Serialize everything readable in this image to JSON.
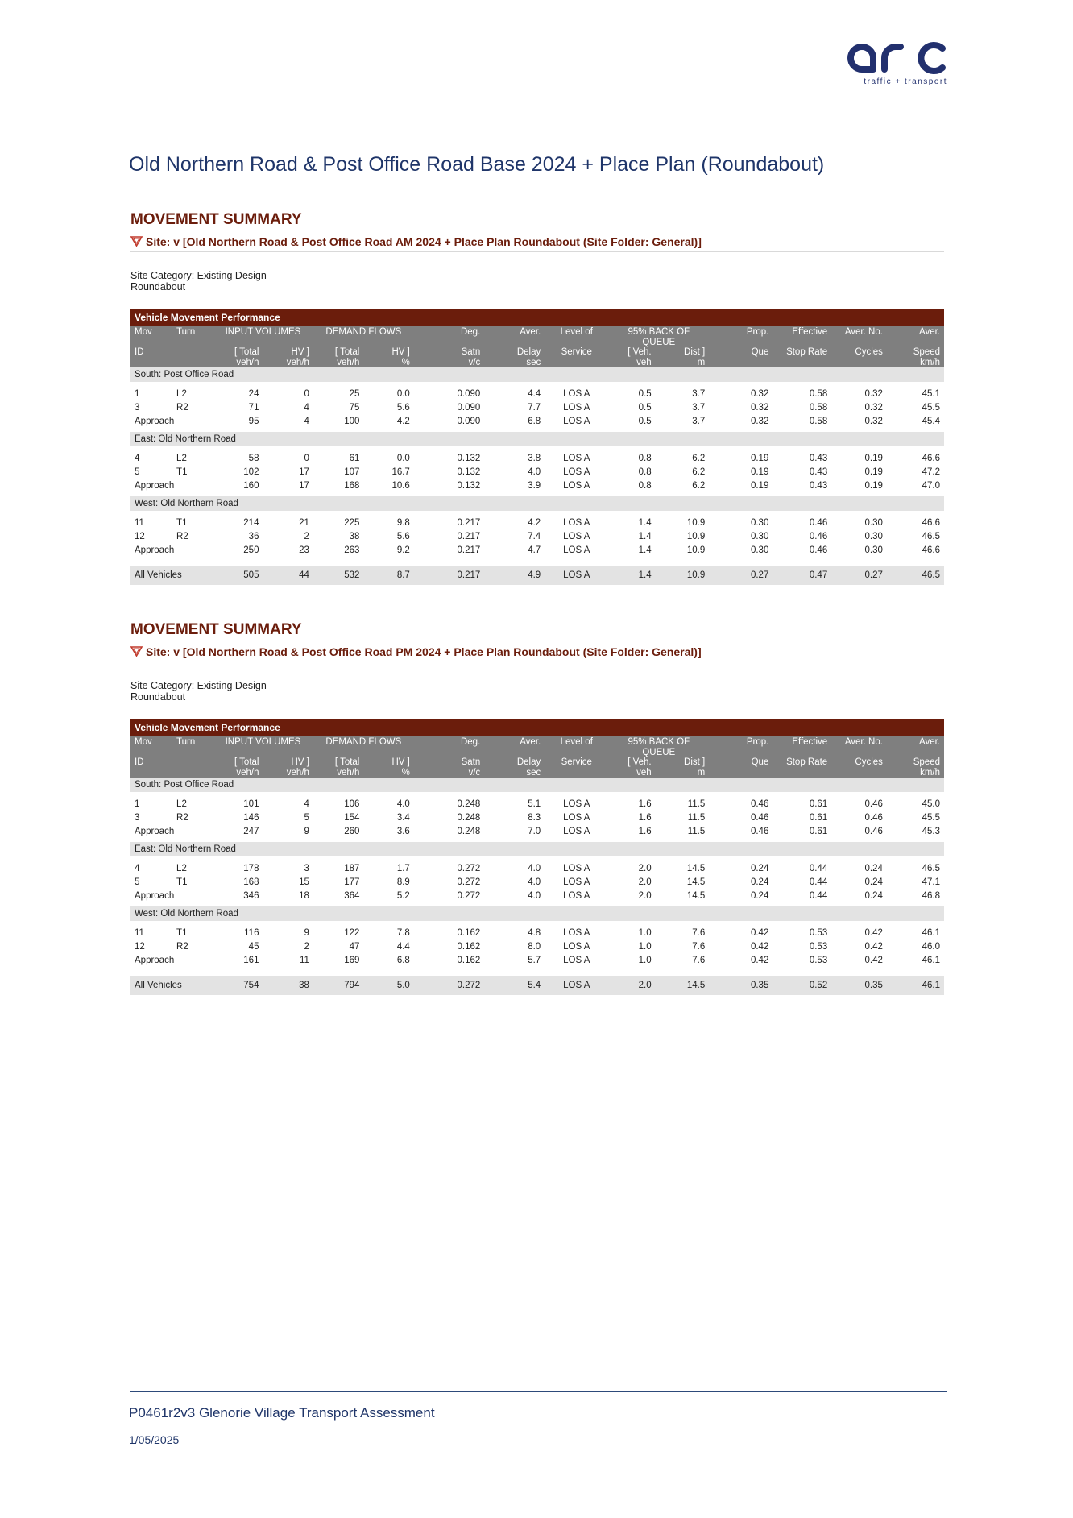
{
  "logo": {
    "text": "arc",
    "subtitle": "traffic + transport",
    "color": "#22306e"
  },
  "title": "Old Northern Road & Post Office Road Base 2024 + Place Plan (Roundabout)",
  "table_caption": "Vehicle Movement Performance",
  "headers": {
    "mov": [
      "Mov",
      "ID"
    ],
    "turn": "Turn",
    "input_volumes": "INPUT VOLUMES",
    "in_total": [
      "[ Total",
      "veh/h"
    ],
    "in_hv": [
      "HV ]",
      "veh/h"
    ],
    "demand_flows": "DEMAND FLOWS",
    "dem_total": [
      "[ Total",
      "veh/h"
    ],
    "dem_hv": [
      "HV ]",
      "%"
    ],
    "deg_satn": [
      "Deg.",
      "Satn",
      "v/c"
    ],
    "aver_delay": [
      "Aver.",
      "Delay",
      "sec"
    ],
    "los": [
      "Level of",
      "Service"
    ],
    "back_of_queue": "95% BACK OF QUEUE",
    "boq_veh": [
      "[ Veh.",
      "veh"
    ],
    "boq_dist": [
      "Dist ]",
      "m"
    ],
    "prop_que": [
      "Prop.",
      "Que"
    ],
    "eff_stop": [
      "Effective",
      "Stop Rate"
    ],
    "cycles": [
      "Aver. No.",
      "Cycles"
    ],
    "speed": [
      "Aver.",
      "Speed",
      "km/h"
    ]
  },
  "summaries": [
    {
      "heading": "MOVEMENT SUMMARY",
      "site": "Site: v [Old Northern Road & Post Office Road AM 2024 + Place Plan Roundabout (Site Folder: General)]",
      "category": "Site Category: Existing Design",
      "control": "Roundabout",
      "groups": [
        {
          "name": "South: Post Office Road",
          "rows": [
            [
              "1",
              "L2",
              "24",
              "0",
              "25",
              "0.0",
              "0.090",
              "4.4",
              "LOS A",
              "0.5",
              "3.7",
              "0.32",
              "0.58",
              "0.32",
              "45.1"
            ],
            [
              "3",
              "R2",
              "71",
              "4",
              "75",
              "5.6",
              "0.090",
              "7.7",
              "LOS A",
              "0.5",
              "3.7",
              "0.32",
              "0.58",
              "0.32",
              "45.5"
            ],
            [
              "Approach",
              "",
              "95",
              "4",
              "100",
              "4.2",
              "0.090",
              "6.8",
              "LOS A",
              "0.5",
              "3.7",
              "0.32",
              "0.58",
              "0.32",
              "45.4"
            ]
          ]
        },
        {
          "name": "East: Old Northern Road",
          "rows": [
            [
              "4",
              "L2",
              "58",
              "0",
              "61",
              "0.0",
              "0.132",
              "3.8",
              "LOS A",
              "0.8",
              "6.2",
              "0.19",
              "0.43",
              "0.19",
              "46.6"
            ],
            [
              "5",
              "T1",
              "102",
              "17",
              "107",
              "16.7",
              "0.132",
              "4.0",
              "LOS A",
              "0.8",
              "6.2",
              "0.19",
              "0.43",
              "0.19",
              "47.2"
            ],
            [
              "Approach",
              "",
              "160",
              "17",
              "168",
              "10.6",
              "0.132",
              "3.9",
              "LOS A",
              "0.8",
              "6.2",
              "0.19",
              "0.43",
              "0.19",
              "47.0"
            ]
          ]
        },
        {
          "name": "West: Old Northern Road",
          "rows": [
            [
              "11",
              "T1",
              "214",
              "21",
              "225",
              "9.8",
              "0.217",
              "4.2",
              "LOS A",
              "1.4",
              "10.9",
              "0.30",
              "0.46",
              "0.30",
              "46.6"
            ],
            [
              "12",
              "R2",
              "36",
              "2",
              "38",
              "5.6",
              "0.217",
              "7.4",
              "LOS A",
              "1.4",
              "10.9",
              "0.30",
              "0.46",
              "0.30",
              "46.5"
            ],
            [
              "Approach",
              "",
              "250",
              "23",
              "263",
              "9.2",
              "0.217",
              "4.7",
              "LOS A",
              "1.4",
              "10.9",
              "0.30",
              "0.46",
              "0.30",
              "46.6"
            ]
          ]
        }
      ],
      "all_vehicles": [
        "All Vehicles",
        "",
        "505",
        "44",
        "532",
        "8.7",
        "0.217",
        "4.9",
        "LOS A",
        "1.4",
        "10.9",
        "0.27",
        "0.47",
        "0.27",
        "46.5"
      ]
    },
    {
      "heading": "MOVEMENT SUMMARY",
      "site": "Site: v [Old Northern Road & Post Office Road PM 2024 + Place Plan Roundabout (Site Folder: General)]",
      "category": "Site Category: Existing Design",
      "control": "Roundabout",
      "groups": [
        {
          "name": "South: Post Office Road",
          "rows": [
            [
              "1",
              "L2",
              "101",
              "4",
              "106",
              "4.0",
              "0.248",
              "5.1",
              "LOS A",
              "1.6",
              "11.5",
              "0.46",
              "0.61",
              "0.46",
              "45.0"
            ],
            [
              "3",
              "R2",
              "146",
              "5",
              "154",
              "3.4",
              "0.248",
              "8.3",
              "LOS A",
              "1.6",
              "11.5",
              "0.46",
              "0.61",
              "0.46",
              "45.5"
            ],
            [
              "Approach",
              "",
              "247",
              "9",
              "260",
              "3.6",
              "0.248",
              "7.0",
              "LOS A",
              "1.6",
              "11.5",
              "0.46",
              "0.61",
              "0.46",
              "45.3"
            ]
          ]
        },
        {
          "name": "East: Old Northern Road",
          "rows": [
            [
              "4",
              "L2",
              "178",
              "3",
              "187",
              "1.7",
              "0.272",
              "4.0",
              "LOS A",
              "2.0",
              "14.5",
              "0.24",
              "0.44",
              "0.24",
              "46.5"
            ],
            [
              "5",
              "T1",
              "168",
              "15",
              "177",
              "8.9",
              "0.272",
              "4.0",
              "LOS A",
              "2.0",
              "14.5",
              "0.24",
              "0.44",
              "0.24",
              "47.1"
            ],
            [
              "Approach",
              "",
              "346",
              "18",
              "364",
              "5.2",
              "0.272",
              "4.0",
              "LOS A",
              "2.0",
              "14.5",
              "0.24",
              "0.44",
              "0.24",
              "46.8"
            ]
          ]
        },
        {
          "name": "West: Old Northern Road",
          "rows": [
            [
              "11",
              "T1",
              "116",
              "9",
              "122",
              "7.8",
              "0.162",
              "4.8",
              "LOS A",
              "1.0",
              "7.6",
              "0.42",
              "0.53",
              "0.42",
              "46.1"
            ],
            [
              "12",
              "R2",
              "45",
              "2",
              "47",
              "4.4",
              "0.162",
              "8.0",
              "LOS A",
              "1.0",
              "7.6",
              "0.42",
              "0.53",
              "0.42",
              "46.0"
            ],
            [
              "Approach",
              "",
              "161",
              "11",
              "169",
              "6.8",
              "0.162",
              "5.7",
              "LOS A",
              "1.0",
              "7.6",
              "0.42",
              "0.53",
              "0.42",
              "46.1"
            ]
          ]
        }
      ],
      "all_vehicles": [
        "All Vehicles",
        "",
        "754",
        "38",
        "794",
        "5.0",
        "0.272",
        "5.4",
        "LOS A",
        "2.0",
        "14.5",
        "0.35",
        "0.52",
        "0.35",
        "46.1"
      ]
    }
  ],
  "footer": {
    "doc_ref": "P0461r2v3 Glenorie Village Transport Assessment",
    "date": "1/05/2025"
  }
}
